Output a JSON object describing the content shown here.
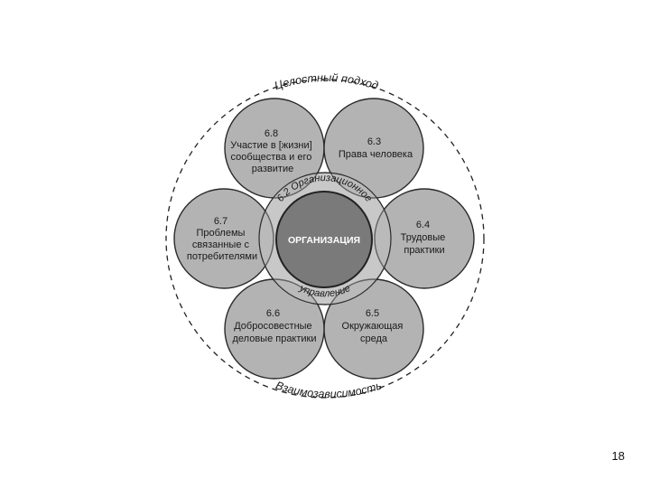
{
  "diagram": {
    "outer_top_label": "Целостный подход",
    "outer_bottom_label": "Взаимозависимость",
    "hub_top_label": "6.2 Организационное",
    "hub_bottom_label": "управление",
    "center_label": "ОРГАНИЗАЦИЯ",
    "petals": [
      {
        "id": "p-6-8",
        "lines": [
          "6.8",
          "Участие в [жизни]",
          "сообщества и его",
          "развитие"
        ]
      },
      {
        "id": "p-6-3",
        "lines": [
          "6.3",
          "Права человека"
        ]
      },
      {
        "id": "p-6-4",
        "lines": [
          "6.4",
          "Трудовые",
          "практики"
        ]
      },
      {
        "id": "p-6-5",
        "lines": [
          "6.5",
          "Окружающая",
          "среда"
        ]
      },
      {
        "id": "p-6-6",
        "lines": [
          "6.6",
          "Добросовестные",
          "деловые практики"
        ]
      },
      {
        "id": "p-6-7",
        "lines": [
          "6.7",
          "Проблемы",
          "связанные с",
          "потребителями"
        ]
      }
    ]
  },
  "page_number": "18"
}
